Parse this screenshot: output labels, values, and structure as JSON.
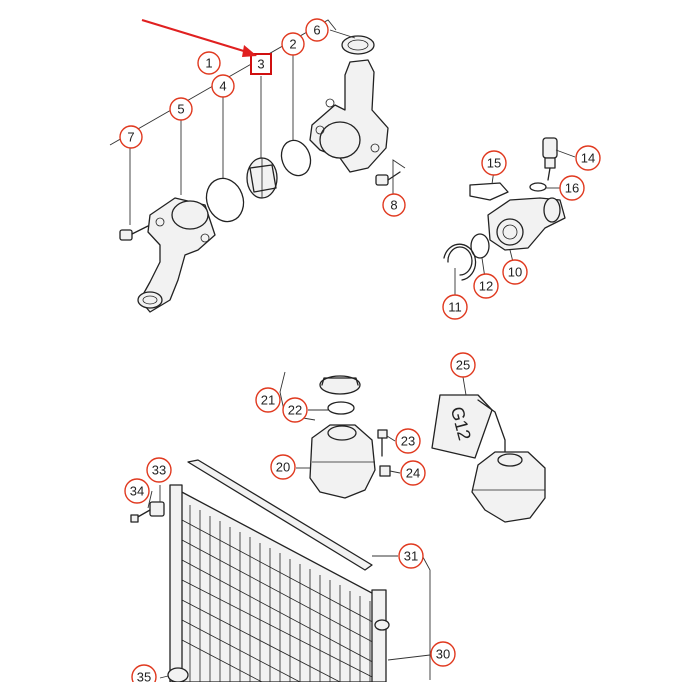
{
  "diagram": {
    "highlighted_part": "3",
    "colors": {
      "callout_ring": "#e0391f",
      "highlight_box": "#d01010",
      "arrow": "#e02020",
      "line_art": "#222222"
    },
    "callouts": [
      {
        "id": "c1",
        "label": "1"
      },
      {
        "id": "c2",
        "label": "2"
      },
      {
        "id": "c3",
        "label": "3"
      },
      {
        "id": "c4",
        "label": "4"
      },
      {
        "id": "c5",
        "label": "5"
      },
      {
        "id": "c6",
        "label": "6"
      },
      {
        "id": "c7",
        "label": "7"
      },
      {
        "id": "c8",
        "label": "8"
      },
      {
        "id": "c10",
        "label": "10"
      },
      {
        "id": "c11",
        "label": "11"
      },
      {
        "id": "c12",
        "label": "12"
      },
      {
        "id": "c14",
        "label": "14"
      },
      {
        "id": "c15",
        "label": "15"
      },
      {
        "id": "c16",
        "label": "16"
      },
      {
        "id": "c20",
        "label": "20"
      },
      {
        "id": "c21",
        "label": "21"
      },
      {
        "id": "c22",
        "label": "22"
      },
      {
        "id": "c23",
        "label": "23"
      },
      {
        "id": "c24",
        "label": "24"
      },
      {
        "id": "c25",
        "label": "25"
      },
      {
        "id": "c30",
        "label": "30"
      },
      {
        "id": "c31",
        "label": "31"
      },
      {
        "id": "c33",
        "label": "33"
      },
      {
        "id": "c34",
        "label": "34"
      },
      {
        "id": "c35",
        "label": "35"
      }
    ],
    "bottle_label": "G12"
  }
}
